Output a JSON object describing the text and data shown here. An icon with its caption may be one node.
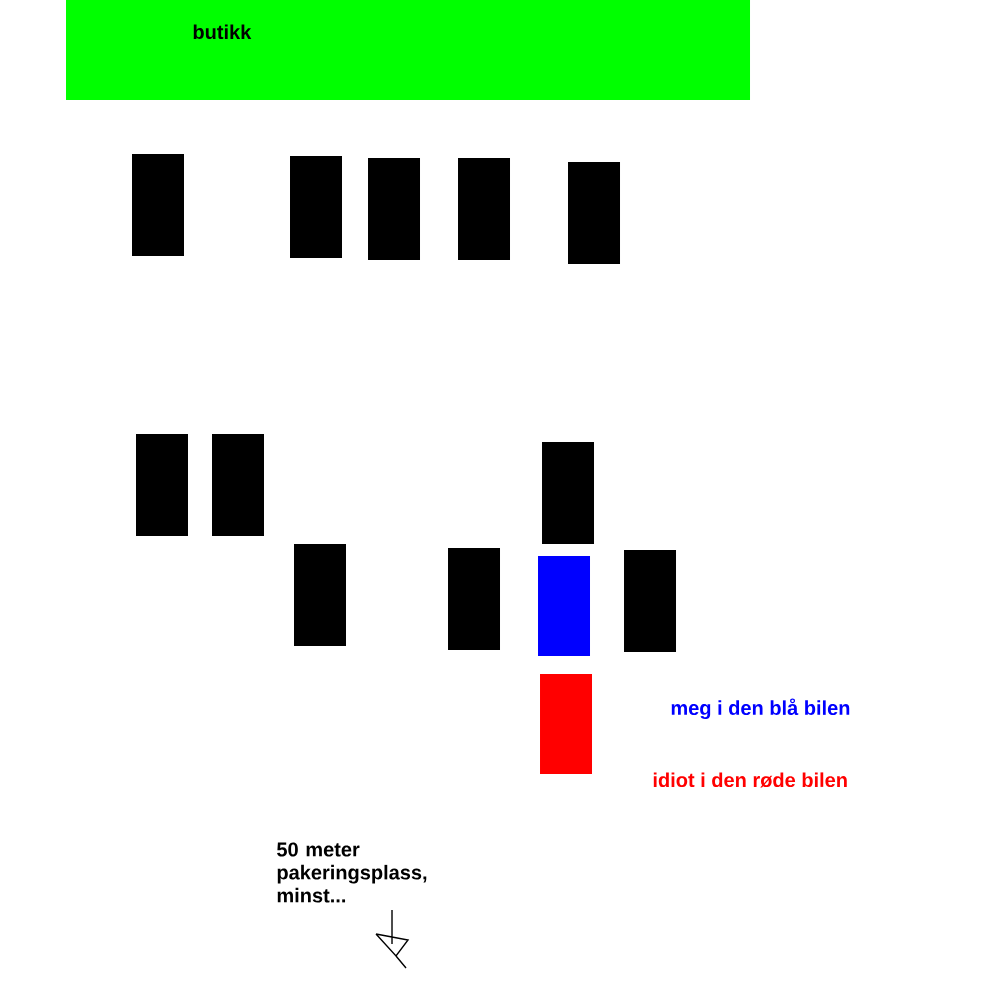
{
  "diagram": {
    "nodes": [
      {
        "text": [
          "butikk"
        ]
      },
      {
        "text": [],
        "shape": "box"
      },
      {
        "text": [],
        "shape": "box"
      },
      {
        "text": [],
        "shape": "box"
      },
      {
        "text": [],
        "shape": "box"
      },
      {
        "text": [],
        "shape": "box"
      },
      {
        "text": [],
        "shape": "box"
      },
      {
        "text": [],
        "shape": "box"
      },
      {
        "text": [],
        "shape": "box"
      },
      {
        "text": [],
        "shape": "box"
      },
      {
        "text": [],
        "shape": "box"
      },
      {
        "text": [],
        "shape": "box"
      },
      {
        "text": [],
        "shape": "box"
      },
      {
        "text": [],
        "shape": "box"
      }
    ],
    "labels": [
      "meg i den blå bilen",
      "idiot i den røde bilen",
      "50 meter pakeringsplass, minst..."
    ]
  }
}
